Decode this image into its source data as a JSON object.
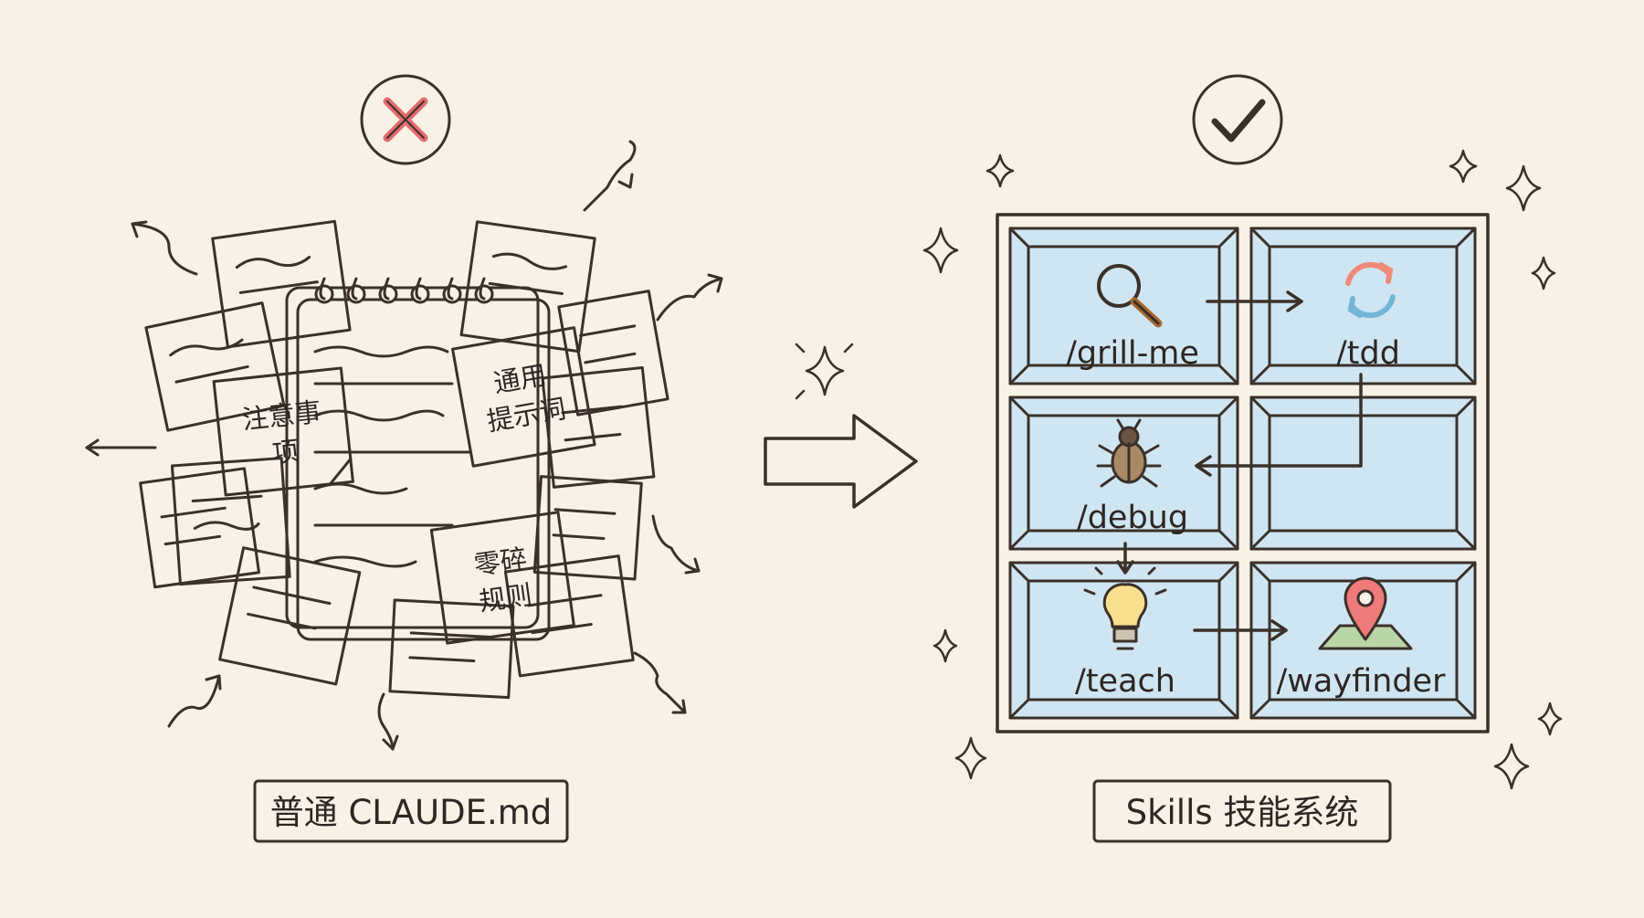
{
  "left_panel": {
    "status_icon": "x-mark-icon",
    "status_color": "#e7787a",
    "notes": [
      {
        "line1": "注意事",
        "line2": "项"
      },
      {
        "line1": "通用",
        "line2": "提示词"
      },
      {
        "line1": "零碎",
        "line2": "规则"
      }
    ],
    "caption": "普通 CLAUDE.md"
  },
  "transition": {
    "icon": "arrow-right-icon"
  },
  "right_panel": {
    "status_icon": "check-mark-icon",
    "status_color": "#6fae74",
    "skills": [
      {
        "label": "/grill-me",
        "icon": "magnifier-icon"
      },
      {
        "label": "/tdd",
        "icon": "refresh-cycle-icon"
      },
      {
        "label": "/debug",
        "icon": "bug-icon"
      },
      {
        "label": "/teach",
        "icon": "lightbulb-icon"
      },
      {
        "label": "/wayfinder",
        "icon": "map-pin-icon"
      }
    ],
    "caption": "Skills 技能系统"
  },
  "colors": {
    "background": "#f8f1e6",
    "grid_cell": "#cfe6f2",
    "grid_frame": "#b7d6e8",
    "notepad": "#fbeaa8",
    "sticky_pink": "#f6c6c8",
    "sticky_yellow": "#f9e6a0",
    "sticky_orange": "#f8cf9a",
    "sticky_purple": "#e5cdec",
    "sticky_green": "#cfe6c4",
    "sticky_blue": "#cfe3ee"
  }
}
